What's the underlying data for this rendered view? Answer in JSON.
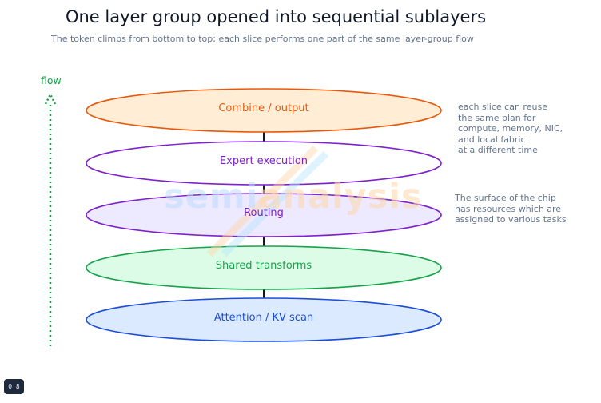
{
  "title": "One layer group opened into sequential sublayers",
  "subtitle": "The token climbs from bottom to top; each slice performs one part of the same layer-group flow",
  "flow_label": "flow",
  "layers": [
    {
      "label": "Combine / output",
      "fill": "#ffedd5",
      "stroke": "#ea580c",
      "text_color": "#ea580c"
    },
    {
      "label": "Expert execution",
      "fill": "#ffffff",
      "stroke": "#7e22ce",
      "text_color": "#7e22ce"
    },
    {
      "label": "Routing",
      "fill": "#ede9fe",
      "stroke": "#7e22ce",
      "text_color": "#7e22ce"
    },
    {
      "label": "Shared transforms",
      "fill": "#dcfce7",
      "stroke": "#16a34a",
      "text_color": "#16a34a"
    },
    {
      "label": "Attention / KV scan",
      "fill": "#dbeafe",
      "stroke": "#1d4ed8",
      "text_color": "#1d4ed8"
    }
  ],
  "notes": {
    "reuse": [
      "each slice can reuse",
      "the same plan for",
      "compute, memory, NIC,",
      "and local fabric",
      "at a different time"
    ],
    "surface": [
      "The surface of the chip",
      "has resources which are",
      "assigned to various tasks"
    ]
  },
  "watermark": {
    "part1": "semi",
    "part2": "analysis"
  },
  "badge": "0 8",
  "colors": {
    "flow": "#16a34a",
    "connector": "#111827"
  }
}
